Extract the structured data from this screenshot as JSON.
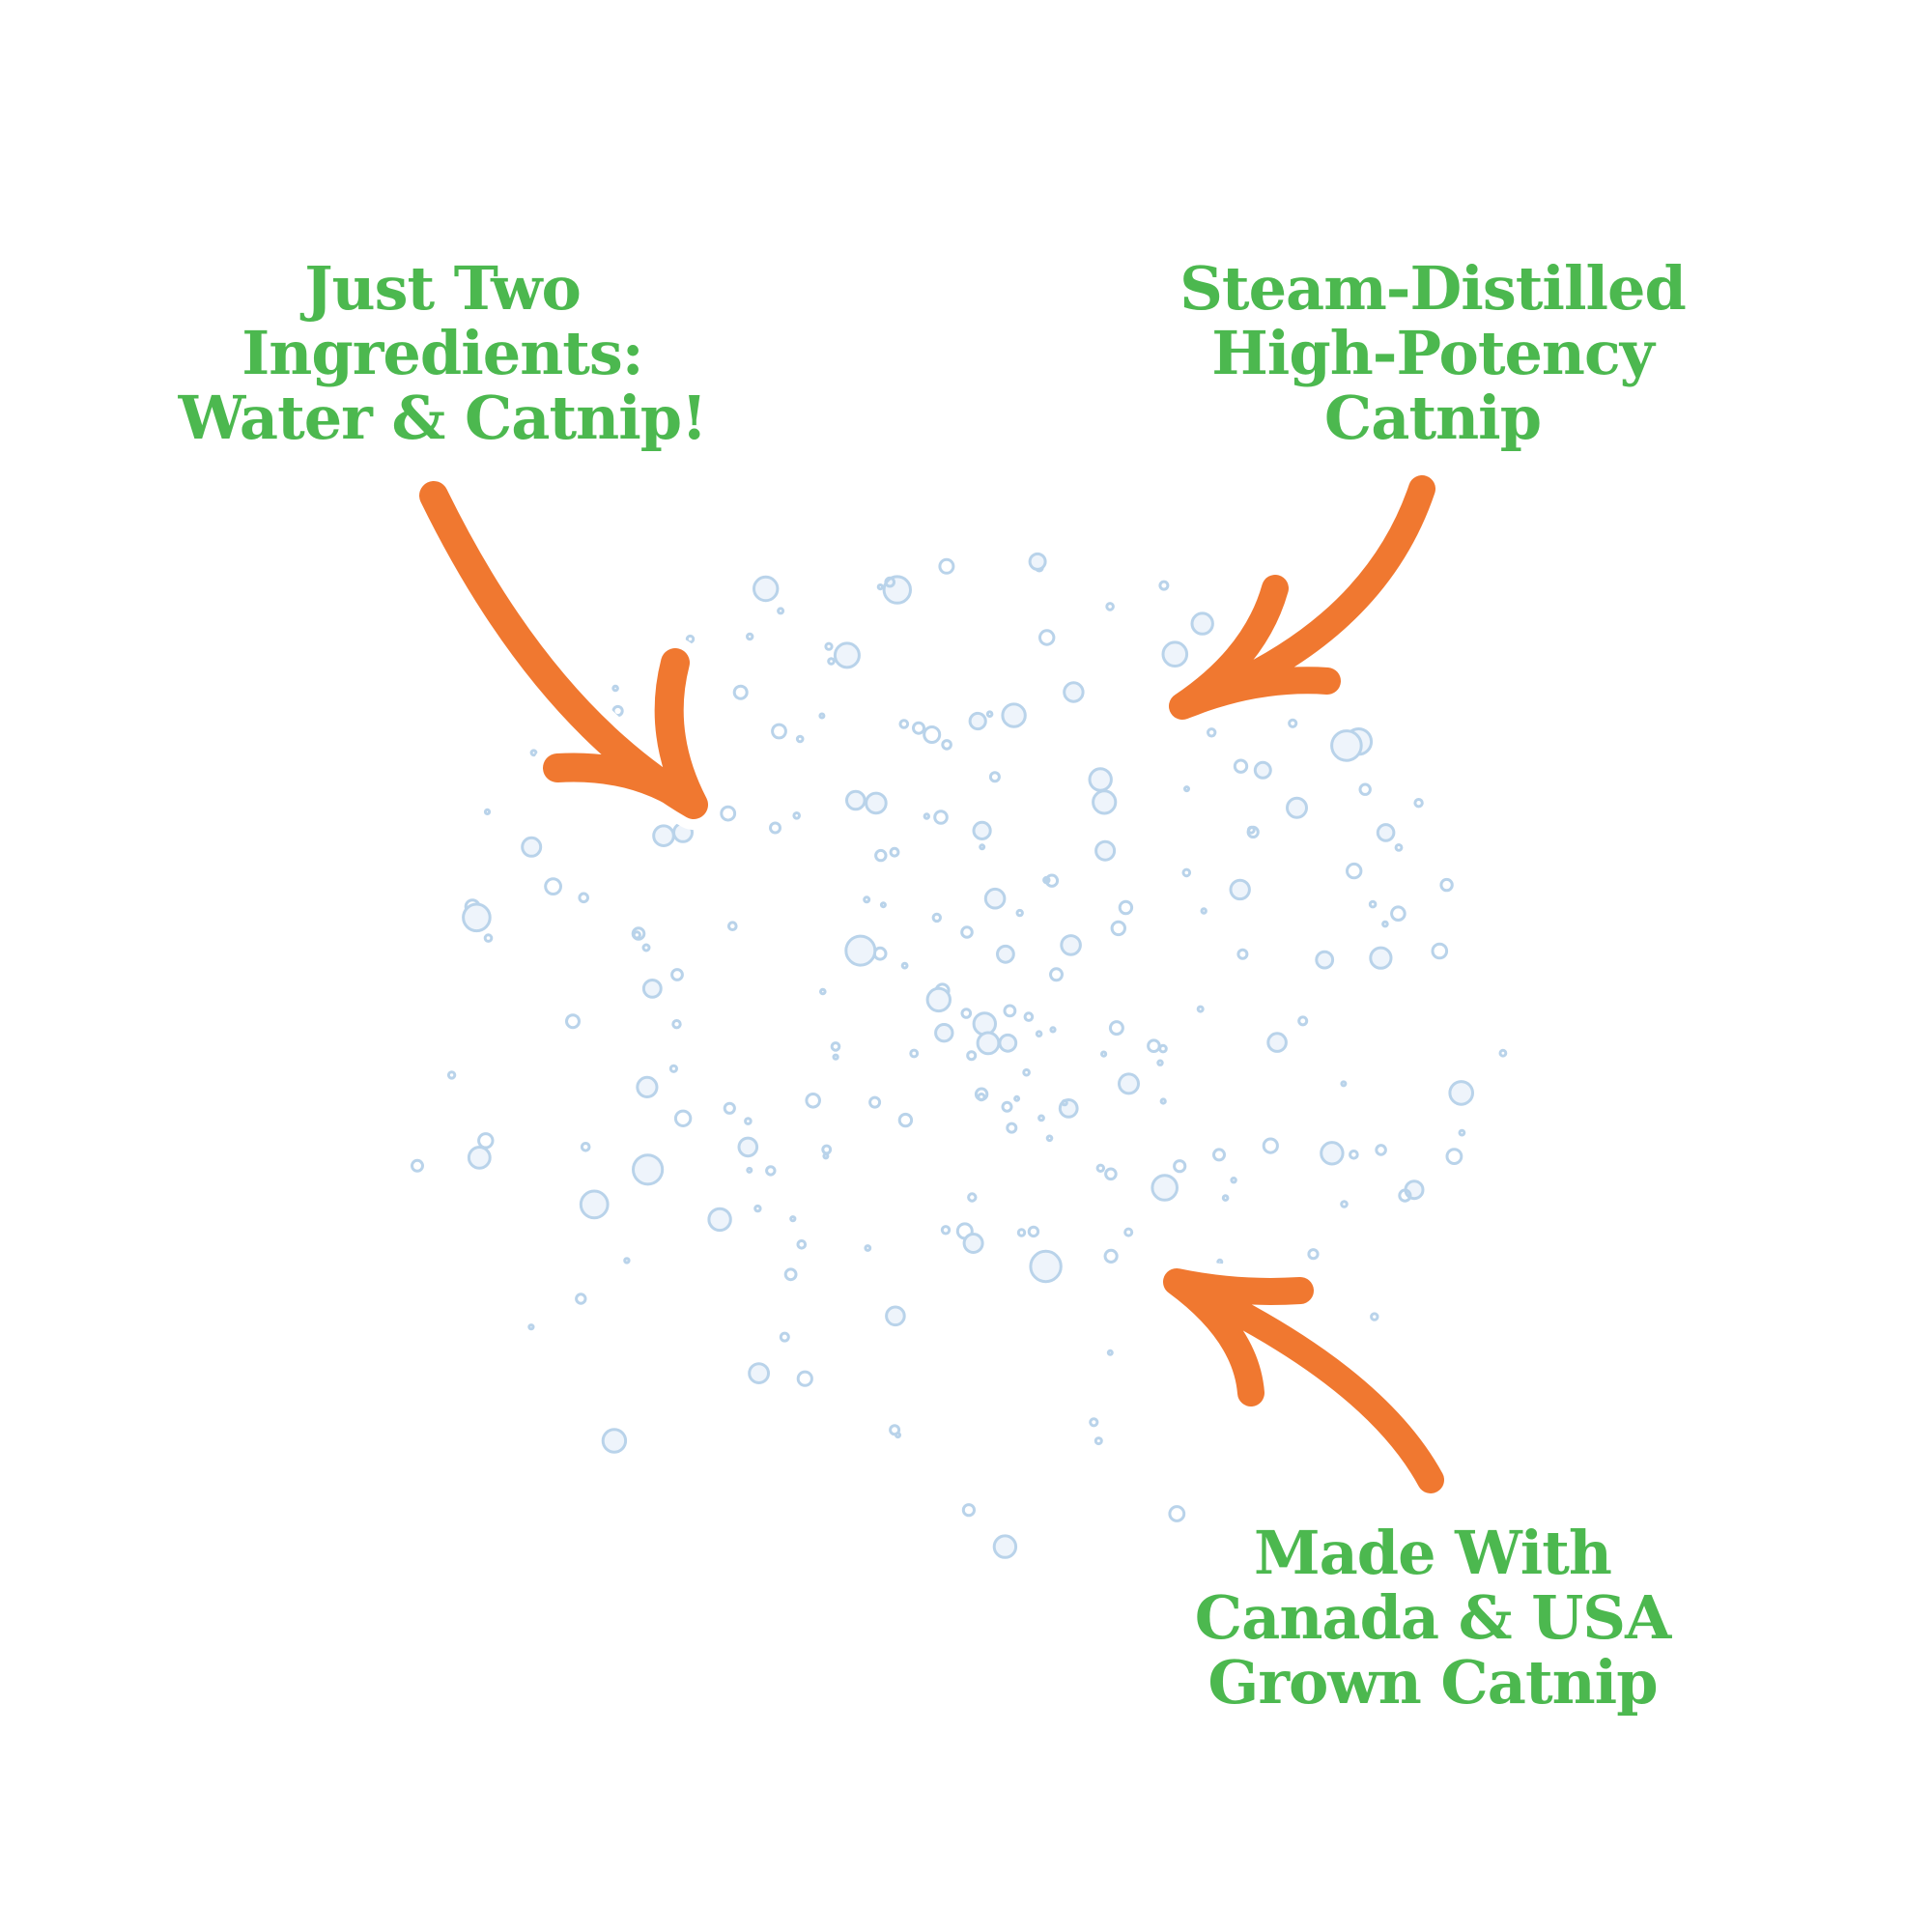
{
  "colors": {
    "text": "#4cb84f",
    "arrow": "#f07830",
    "droplet": "#b9d3ea"
  },
  "callouts": {
    "top_left": {
      "lines": [
        "Just Two",
        "Ingredients:",
        "Water & Catnip!"
      ]
    },
    "top_right": {
      "lines": [
        "Steam-Distilled",
        "High-Potency",
        "Catnip"
      ]
    },
    "bottom_right": {
      "lines": [
        "Made With",
        "Canada & USA",
        "Grown Catnip"
      ]
    }
  },
  "icons": [
    "arrow-down-right-icon",
    "arrow-down-left-icon",
    "arrow-up-left-icon",
    "water-droplets"
  ]
}
